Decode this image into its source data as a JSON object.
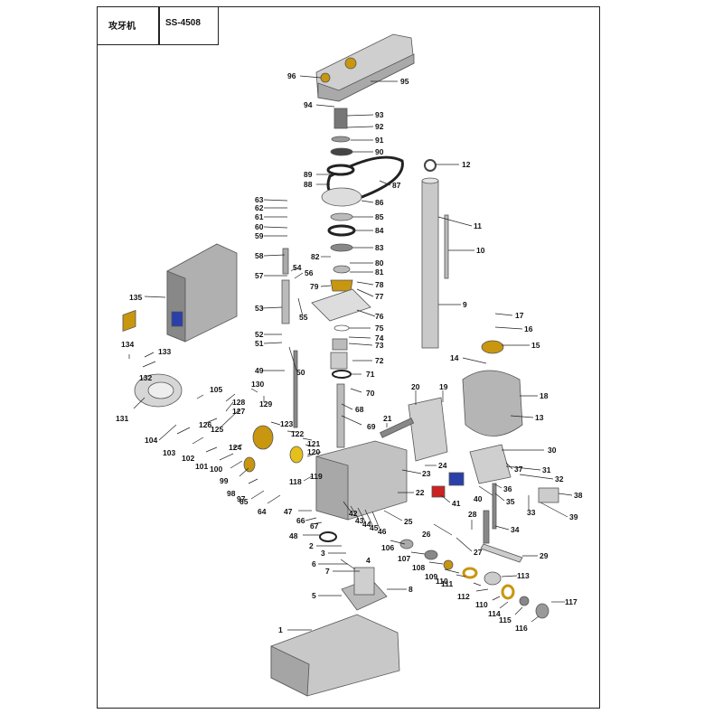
{
  "header": {
    "name": "攻牙机",
    "model": "SS-4508"
  },
  "colors": {
    "part_gray": "#c9c9c9",
    "part_dark": "#8a8a8a",
    "brass": "#c8960f",
    "red": "#cc2222",
    "blue": "#2a3fa8",
    "belt": "#222222"
  },
  "labels": [
    "1",
    "2",
    "3",
    "4",
    "5",
    "6",
    "7",
    "8",
    "9",
    "10",
    "11",
    "12",
    "13",
    "14",
    "15",
    "16",
    "17",
    "18",
    "19",
    "20",
    "21",
    "22",
    "23",
    "24",
    "25",
    "26",
    "27",
    "28",
    "29",
    "30",
    "31",
    "32",
    "33",
    "34",
    "35",
    "36",
    "37",
    "38",
    "39",
    "40",
    "41",
    "42",
    "43",
    "44",
    "45",
    "46",
    "47",
    "48",
    "49",
    "50",
    "51",
    "52",
    "53",
    "54",
    "55",
    "56",
    "57",
    "58",
    "59",
    "60",
    "61",
    "62",
    "63",
    "64",
    "65",
    "66",
    "67",
    "68",
    "69",
    "70",
    "71",
    "72",
    "73",
    "74",
    "75",
    "76",
    "77",
    "78",
    "79",
    "80",
    "81",
    "82",
    "83",
    "84",
    "85",
    "86",
    "87",
    "88",
    "89",
    "90",
    "91",
    "92",
    "93",
    "94",
    "95",
    "96",
    "97",
    "98",
    "99",
    "100",
    "101",
    "102",
    "103",
    "104",
    "105",
    "106",
    "107",
    "108",
    "109",
    "110",
    "110",
    "111",
    "112",
    "113",
    "114",
    "115",
    "116",
    "117",
    "118",
    "119",
    "120",
    "121",
    "122",
    "123",
    "124",
    "125",
    "126",
    "127",
    "128",
    "129",
    "130",
    "131",
    "132",
    "133",
    "134",
    "135"
  ]
}
